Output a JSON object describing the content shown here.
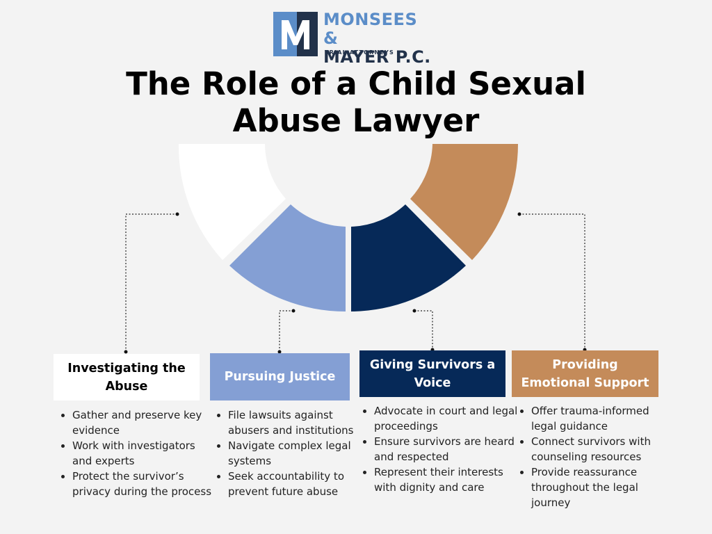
{
  "logo": {
    "line1": "MONSEES &",
    "line2": "MAYER P.C.",
    "tagline": "TRIAL ATTORNEYS",
    "mark_letter": "M"
  },
  "title": {
    "line1": "The Role of a Child Sexual",
    "line2": "Abuse Lawyer"
  },
  "colors": {
    "white_segment": "#ffffff",
    "light_blue": "#849fd4",
    "navy": "#062958",
    "tan": "#c48b5a",
    "background": "#f3f3f3"
  },
  "cards": [
    {
      "id": "investigating",
      "heading": "Investigating the Abuse",
      "heading_lines": [
        "Investigating the",
        "Abuse"
      ],
      "bg": "#ffffff",
      "text_color": "#000000",
      "bullets": [
        "Gather and preserve key evidence",
        "Work with investigators and experts",
        "Protect the survivor’s privacy during the process"
      ]
    },
    {
      "id": "justice",
      "heading": "Pursuing Justice",
      "heading_lines": [
        "Pursuing Justice"
      ],
      "bg": "#849fd4",
      "text_color": "#ffffff",
      "bullets": [
        "File lawsuits against abusers and institutions",
        "Navigate complex legal systems",
        "Seek accountability to prevent future abuse"
      ]
    },
    {
      "id": "voice",
      "heading": "Giving Survivors a Voice",
      "heading_lines": [
        "Giving Survivors a",
        "Voice"
      ],
      "bg": "#062958",
      "text_color": "#ffffff",
      "bullets": [
        "Advocate in court and legal proceedings",
        "Ensure survivors are heard and respected",
        "Represent their interests with dignity and care"
      ]
    },
    {
      "id": "support",
      "heading": "Providing Emotional Support",
      "heading_lines": [
        "Providing",
        "Emotional Support"
      ],
      "bg": "#c48b5a",
      "text_color": "#ffffff",
      "bullets": [
        "Offer trauma-informed legal guidance",
        "Connect survivors with counseling resources",
        "Provide reassurance throughout the legal journey"
      ]
    }
  ]
}
